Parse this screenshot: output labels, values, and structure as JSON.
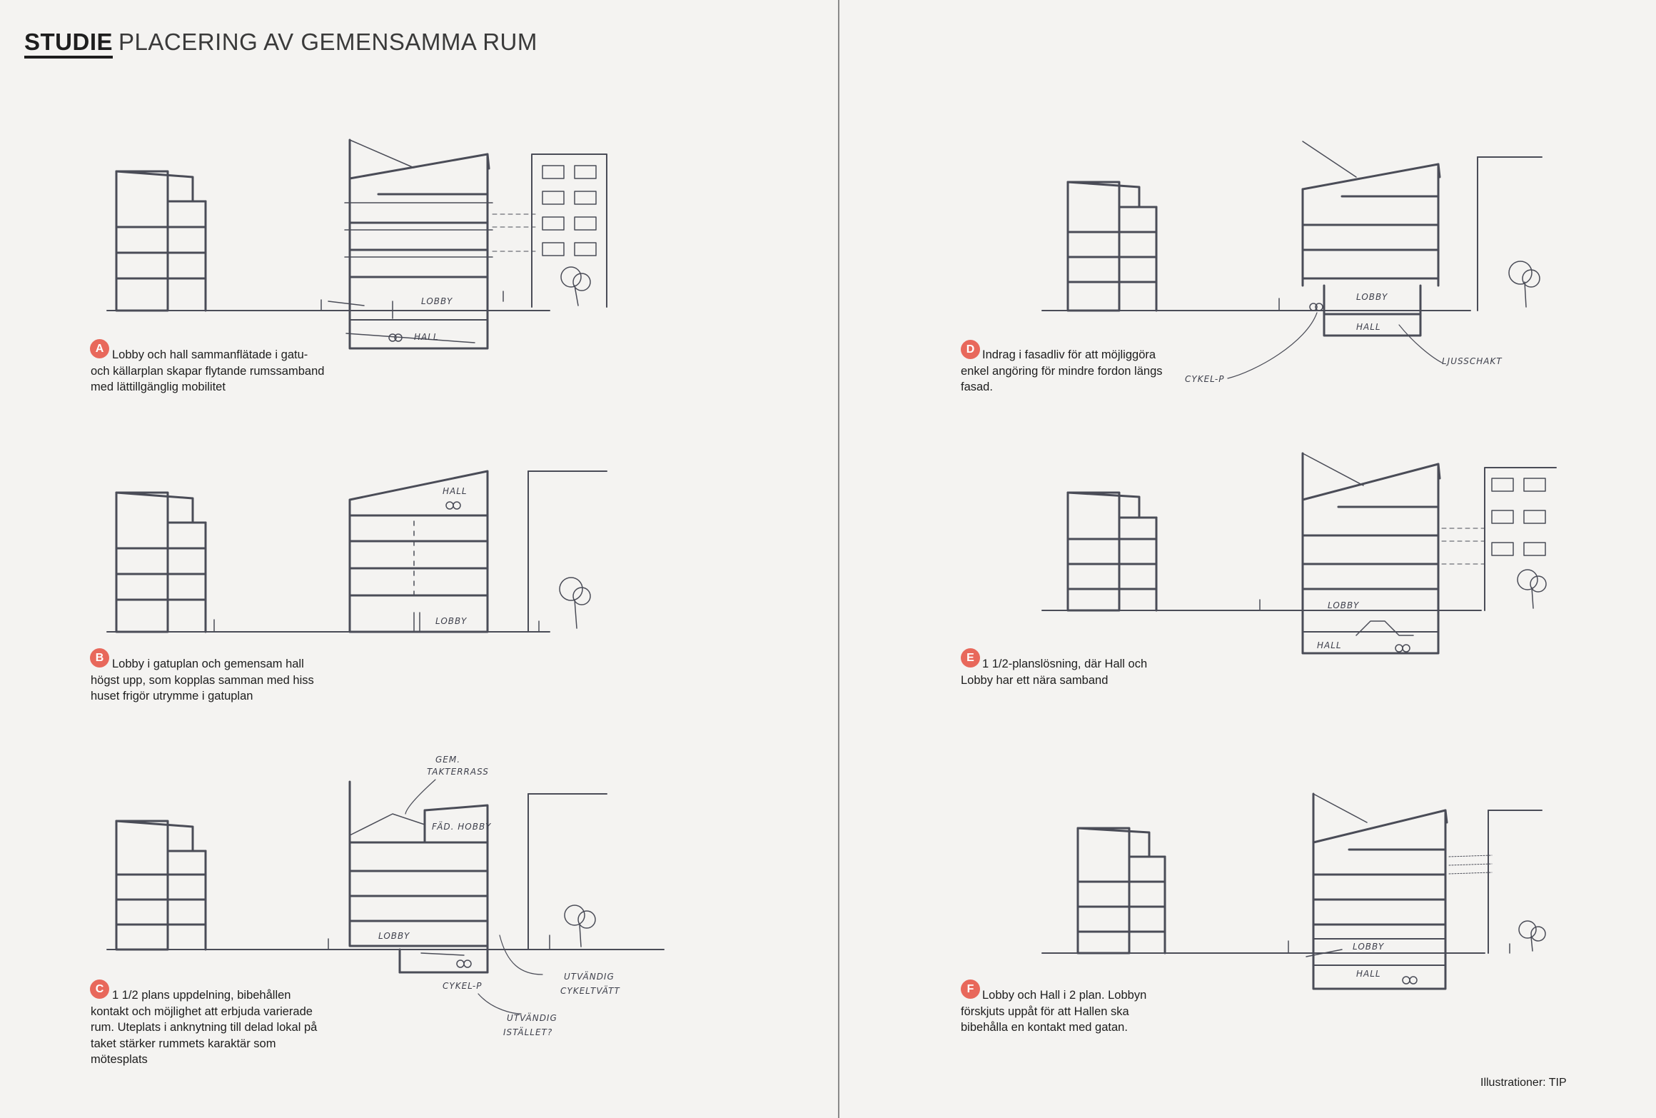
{
  "header": {
    "strong": "STUDIE",
    "light": "PLACERING AV GEMENSAMMA RUM"
  },
  "studies": [
    {
      "letter": "A",
      "text": "Lobby och hall sammanflätade i gatu- och källarplan skapar flytande rumssamband med lättillgänglig mobilitet",
      "sketch_labels": [
        "LOBBY",
        "HALL"
      ]
    },
    {
      "letter": "B",
      "text": "Lobby i gatuplan och gemensam hall högst upp, som kopplas samman med hiss huset frigör utrymme i gatuplan",
      "sketch_labels": [
        "HALL",
        "LOBBY"
      ]
    },
    {
      "letter": "C",
      "text": "1 1/2 plans uppdelning, bibehållen kontakt och möjlighet att erbjuda varierade rum. Uteplats i anknytning till delad lokal på taket stärker rummets karaktär som mötesplats",
      "sketch_labels": [
        "GEM.",
        "TAKTERRASS",
        "FÄD. HOBBY",
        "LOBBY",
        "CYKEL-P",
        "UTVÄNDIG",
        "CYKELTVÄTT",
        "UTVÄNDIG",
        "ISTÄLLET?"
      ]
    },
    {
      "letter": "D",
      "text": "Indrag i fasadliv för att möjliggöra enkel angöring för mindre fordon längs fasad.",
      "sketch_labels": [
        "LOBBY",
        "HALL",
        "CYKEL-P",
        "LJUSSCHAKT"
      ]
    },
    {
      "letter": "E",
      "text": "1 1/2-planslösning, där Hall och Lobby har ett nära samband",
      "sketch_labels": [
        "LOBBY",
        "HALL"
      ]
    },
    {
      "letter": "F",
      "text": "Lobby och Hall i 2 plan. Lobbyn förskjuts uppåt för att Hallen ska bibehålla en kontakt med gatan.",
      "sketch_labels": [
        "LOBBY",
        "HALL"
      ]
    }
  ],
  "credit": "Illustrationer: TIP",
  "colors": {
    "badge": "#e8685b",
    "ink": "#4a4c57",
    "paper": "#f4f3f1"
  }
}
